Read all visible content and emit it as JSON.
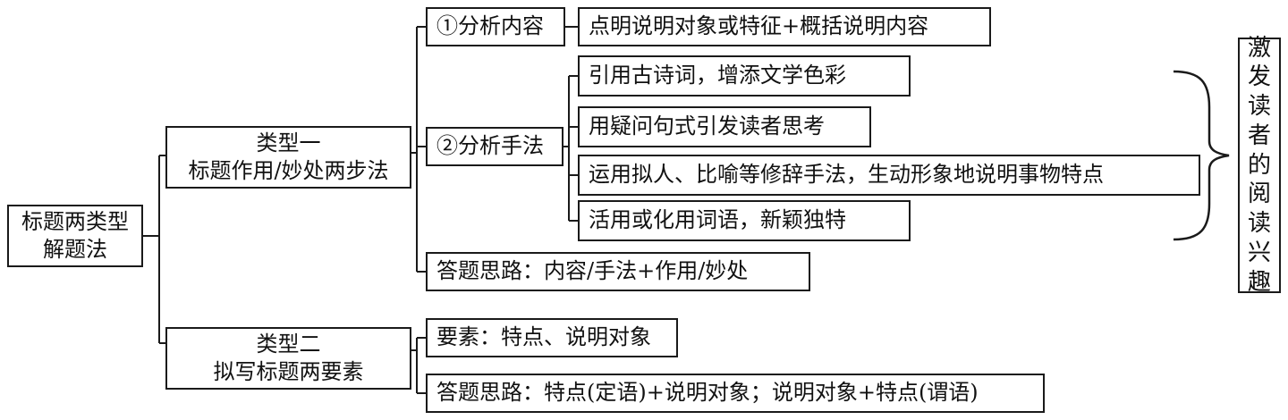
{
  "root": {
    "line1": "标题两类型",
    "line2": "解题法"
  },
  "type1": {
    "line1": "类型一",
    "line2": "标题作用/妙处两步法",
    "step1": {
      "label": "①分析内容",
      "detail": "点明说明对象或特征+概括说明内容"
    },
    "step2": {
      "label": "②分析手法",
      "techniques": [
        "引用古诗词，增添文学色彩",
        "用疑问句式引发读者思考",
        "运用拟人、比喻等修辞手法，生动形象地说明事物特点",
        "活用或化用词语，新颖独特"
      ]
    },
    "answer": "答题思路：内容/手法+作用/妙处"
  },
  "type2": {
    "line1": "类型二",
    "line2": "拟写标题两要素",
    "elements": "要素：特点、说明对象",
    "answer": "答题思路：特点(定语)+说明对象；说明对象+特点(谓语)"
  },
  "effect": [
    "激",
    "发",
    "读",
    "者",
    "的",
    "阅",
    "读",
    "兴",
    "趣"
  ]
}
